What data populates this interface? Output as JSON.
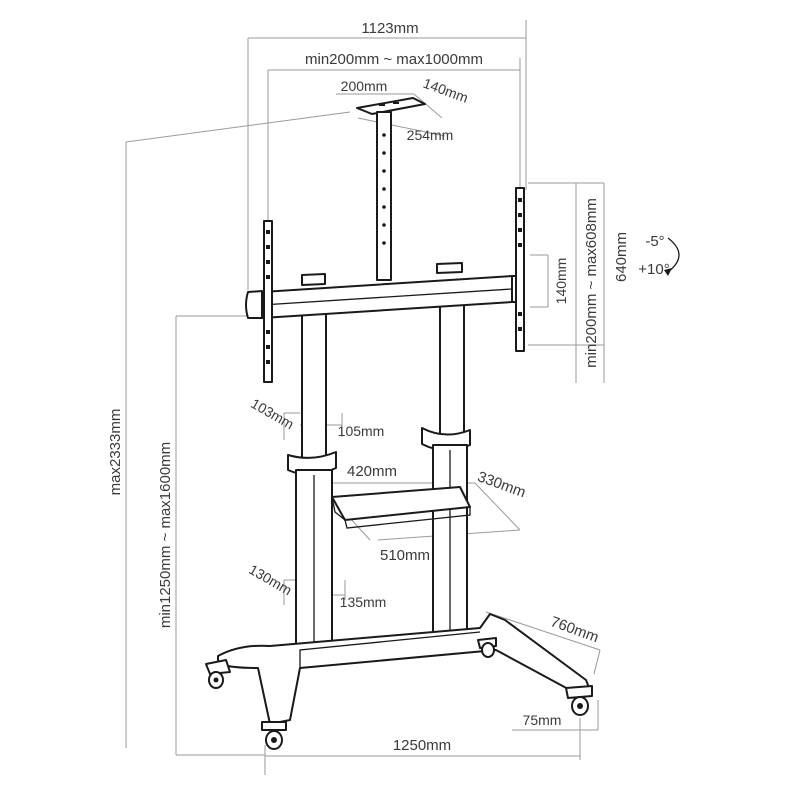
{
  "dimensions": {
    "overall_width": "1123mm",
    "adjust_width": "min200mm ~ max1000mm",
    "top_plate_w": "200mm",
    "top_plate_d": "140mm",
    "top_plate_h": "254mm",
    "rail_h": "140mm",
    "rail_range": "min200mm ~ max608mm",
    "rail_total": "640mm",
    "tilt_down": "-5°",
    "tilt_up": "+10°",
    "max_height": "max2333mm",
    "height_range": "min1250mm ~ max1600mm",
    "upper_pole_w": "103mm",
    "upper_pole_d": "105mm",
    "shelf_w": "420mm",
    "shelf_d": "330mm",
    "shelf_span": "510mm",
    "lower_pole_w": "130mm",
    "lower_pole_d": "135mm",
    "base_depth": "760mm",
    "caster_offset": "75mm",
    "base_width": "1250mm"
  },
  "colors": {
    "line": "#1a1a1a",
    "dimension_line": "#9a9a9a",
    "text": "#3a3a3a"
  }
}
